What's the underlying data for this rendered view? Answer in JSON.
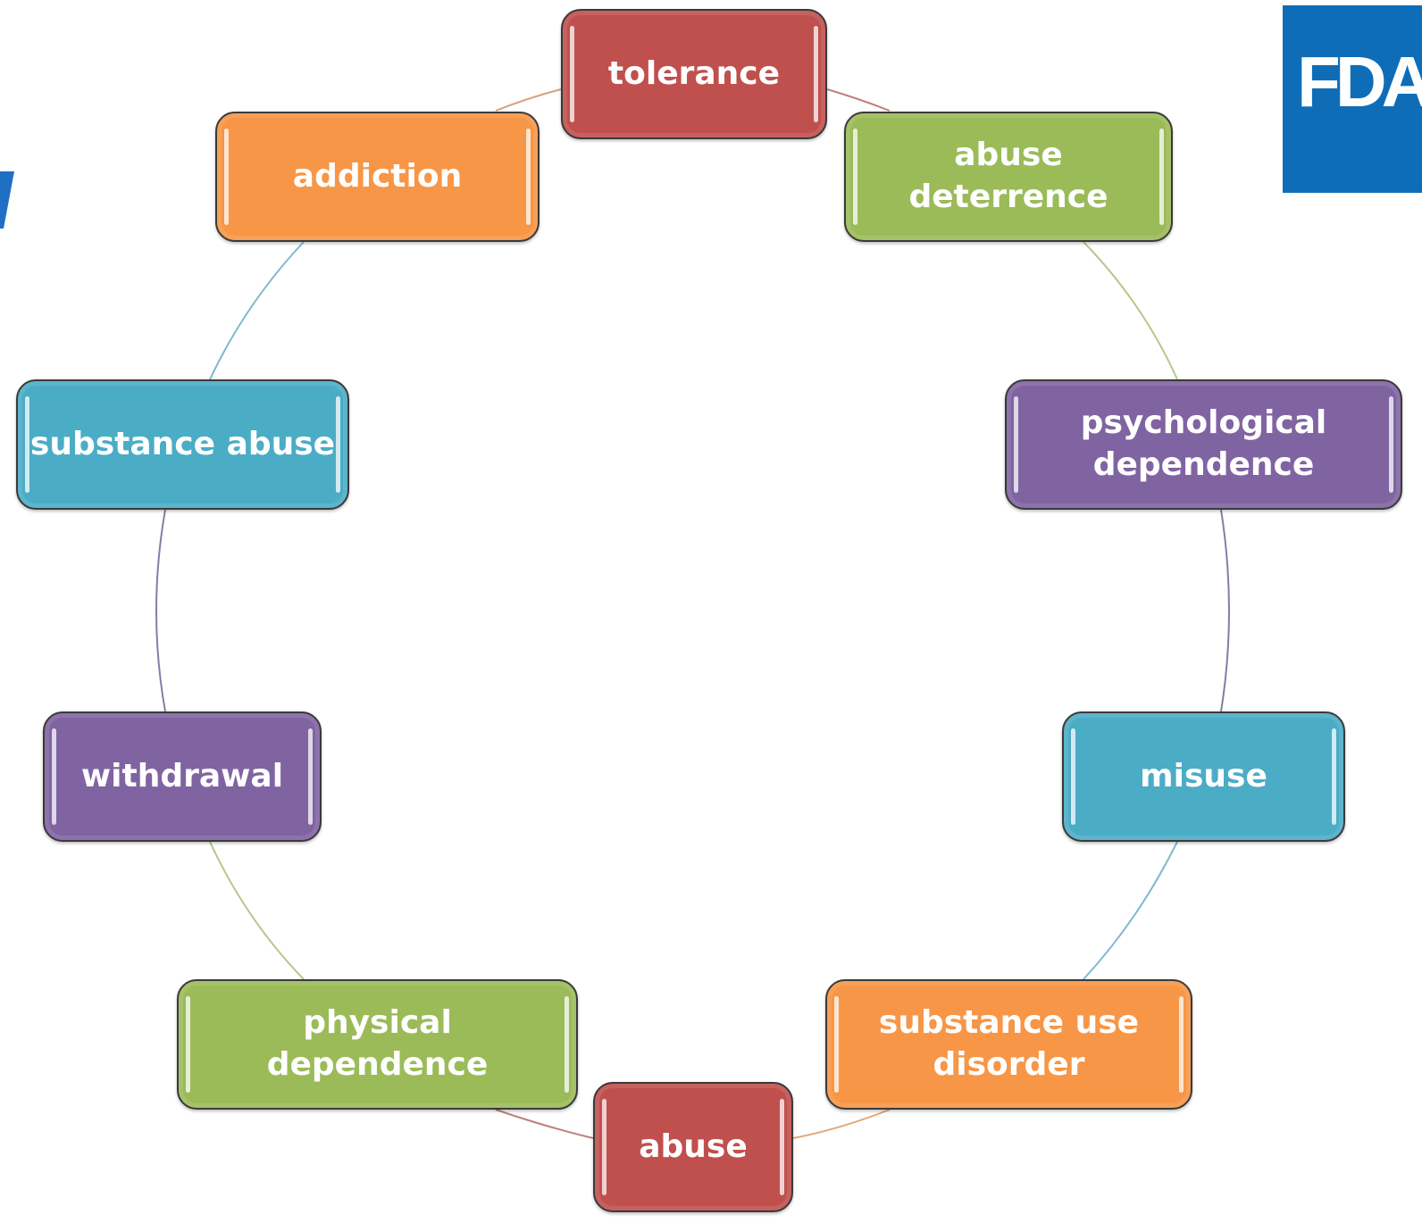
{
  "diagram": {
    "nodes": [
      {
        "id": "tolerance",
        "label": "tolerance",
        "color": "#c0504d"
      },
      {
        "id": "abuse-deterrence",
        "label": "abuse deterrence",
        "color": "#9bbb59"
      },
      {
        "id": "psychological-dependence",
        "label": "psychological dependence",
        "color": "#8064a2"
      },
      {
        "id": "misuse",
        "label": "misuse",
        "color": "#4bacc6"
      },
      {
        "id": "substance-use-disorder",
        "label": "substance use disorder",
        "color": "#f79646"
      },
      {
        "id": "abuse",
        "label": "abuse",
        "color": "#c0504d"
      },
      {
        "id": "physical-dependence",
        "label": "physical dependence",
        "color": "#9bbb59"
      },
      {
        "id": "withdrawal",
        "label": "withdrawal",
        "color": "#8064a2"
      },
      {
        "id": "substance-abuse",
        "label": "substance abuse",
        "color": "#4bacc6"
      },
      {
        "id": "addiction",
        "label": "addiction",
        "color": "#f79646"
      }
    ]
  },
  "logo": {
    "text": "FDA",
    "color": "#0f6db8"
  },
  "accent_mark_color": "#1f6fc4"
}
